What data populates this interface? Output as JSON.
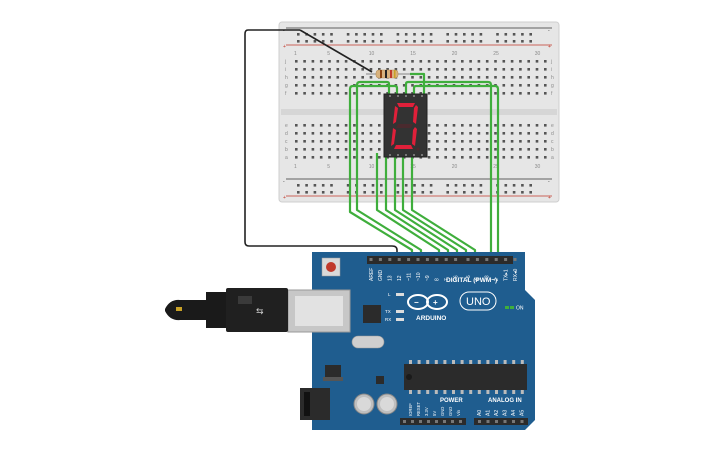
{
  "breadboard": {
    "row_letters_top": [
      "j",
      "i",
      "h",
      "g",
      "f"
    ],
    "row_letters_bottom": [
      "e",
      "d",
      "c",
      "b",
      "a"
    ],
    "rail_plus": "+",
    "rail_minus": "-",
    "column_numbers": [
      "1",
      "5",
      "10",
      "15",
      "20",
      "25",
      "30"
    ]
  },
  "seven_segment": {
    "digit": "0",
    "color": "#e0203a"
  },
  "arduino": {
    "brand": "ARDUINO",
    "model": "UNO",
    "digital_header": "DIGITAL (PWM~)",
    "power_header": "POWER",
    "analog_header": "ANALOG IN",
    "on_label": "ON",
    "tx_label": "TX",
    "rx_label": "RX",
    "l_label": "L",
    "digital_pins": [
      "AREF",
      "GND",
      "13",
      "12",
      "~11",
      "~10",
      "~9",
      "8",
      "7",
      "~6",
      "~5",
      "4",
      "~3",
      "2",
      "TX▸1",
      "RX◂0"
    ],
    "power_pins": [
      "IOREF",
      "RESET",
      "3.3V",
      "5V",
      "GND",
      "GND",
      "Vin"
    ],
    "analog_pins": [
      "A0",
      "A1",
      "A2",
      "A3",
      "A4",
      "A5"
    ],
    "board_color": "#1f5d8f"
  },
  "wires": {
    "signal_color": "#3fae3c",
    "ground_color": "#222222"
  }
}
